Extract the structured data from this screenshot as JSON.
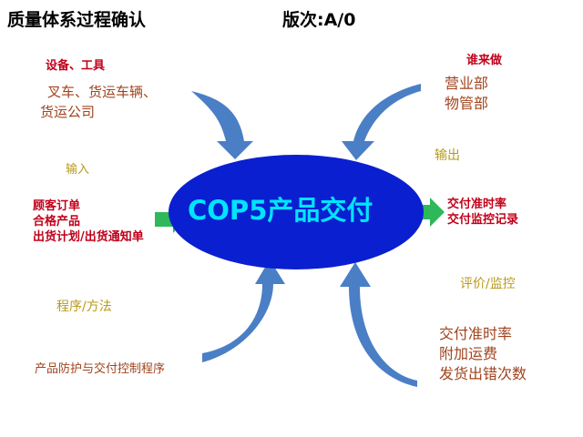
{
  "header": {
    "title": "质量体系过程确认",
    "version": "版次:A/0"
  },
  "center": {
    "label": "COP5产品交付",
    "fill": "#0a1fd0",
    "text_color": "#00e5ff"
  },
  "inputs": {
    "resources_heading": "设备、工具",
    "resources_line1": "叉车、货运车辆、",
    "resources_line2": "货运公司",
    "input_label": "输入",
    "input_item1": "顾客订单",
    "input_item2": "合格产品",
    "input_item3": "出货计划/出货通知单",
    "method_label": "程序/方法",
    "method_item": "产品防护与交付控制程序"
  },
  "outputs": {
    "who_heading": "谁来做",
    "who_line1": "营业部",
    "who_line2": "物管部",
    "output_label": "输出",
    "output_item1": "交付准时率",
    "output_item2": "交付监控记录",
    "eval_label": "评价/监控",
    "eval_item1": "交付准时率",
    "eval_item2": "附加运费",
    "eval_item3": "发货出错次数"
  },
  "colors": {
    "arrow_blue": "#4a7fc6",
    "arrow_green": "#2db85a",
    "accent_red": "#c0001a",
    "brown": "#a0441e",
    "olive": "#b99a1a"
  }
}
